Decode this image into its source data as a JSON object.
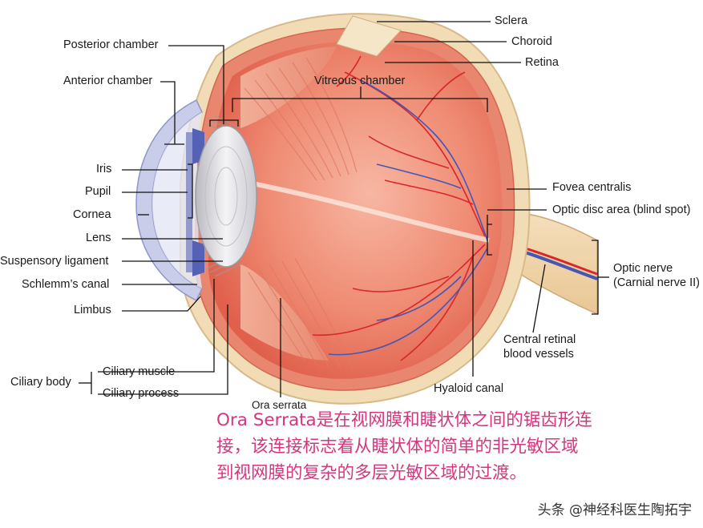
{
  "labels": {
    "sclera": "Sclera",
    "choroid": "Choroid",
    "retina": "Retina",
    "posterior_chamber": "Posterior chamber",
    "anterior_chamber": "Anterior chamber",
    "vitreous_chamber": "Vitreous chamber",
    "iris": "Iris",
    "pupil": "Pupil",
    "cornea": "Cornea",
    "lens": "Lens",
    "suspensory_ligament": "Suspensory ligament",
    "schlemms_canal": "Schlemm’s canal",
    "limbus": "Limbus",
    "ciliary_body": "Ciliary body",
    "ciliary_muscle": "Ciliary muscle",
    "ciliary_process": "Ciliary process",
    "ora_serrata": "Ora serrata",
    "hyaloid_canal": "Hyaloid canal",
    "fovea_centralis": "Fovea centralis",
    "optic_disc_area": "Optic disc area (blind spot)",
    "optic_nerve_line1": "Optic nerve",
    "optic_nerve_line2": "(Carnial nerve II)",
    "central_retinal_line1": "Central retinal",
    "central_retinal_line2": "blood vessels"
  },
  "caption": "Ora Serrata是在视网膜和睫状体之间的锯齿形连接，该连接标志着从睫状体的简单的非光敏区域到视网膜的复杂的多层光敏区域的过渡。",
  "watermark": "头条 @神经科医生陶拓宇",
  "colors": {
    "caption": "#d6367e",
    "sclera": "#f1dcb5",
    "choroid": "#e8866f",
    "vitreous": "#ef8a72",
    "lens": "#e6e6ea",
    "cornea": "#c9cde9",
    "iris": "#5561b5",
    "vessel_red": "#d9262b",
    "vessel_blue": "#4456b6"
  }
}
